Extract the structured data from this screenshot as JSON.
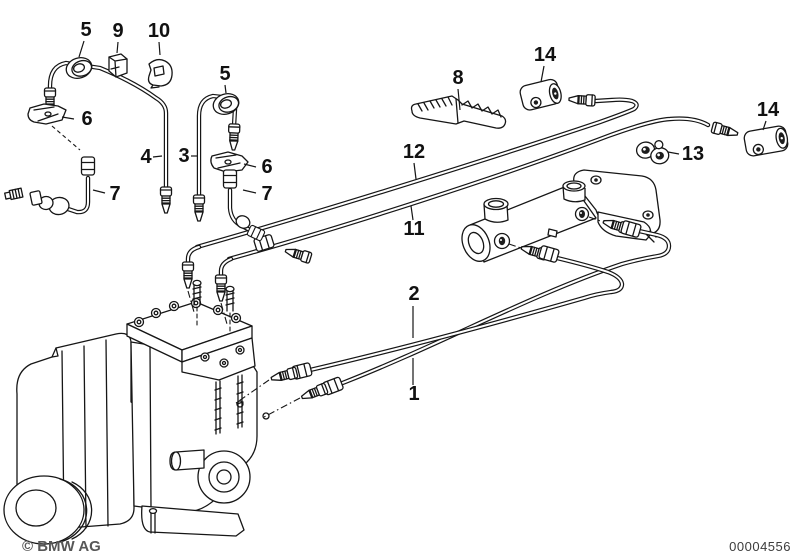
{
  "diagram": {
    "watermark": "© BMW AG",
    "doc_number": "00004556",
    "callouts": {
      "c5a": "5",
      "c9": "9",
      "c10": "10",
      "c5b": "5",
      "c6a": "6",
      "c4": "4",
      "c3": "3",
      "c6b": "6",
      "c7a": "7",
      "c7b": "7",
      "c8": "8",
      "c14a": "14",
      "c14b": "14",
      "c13": "13",
      "c12": "12",
      "c11": "11",
      "c2": "2",
      "c1": "1"
    }
  }
}
